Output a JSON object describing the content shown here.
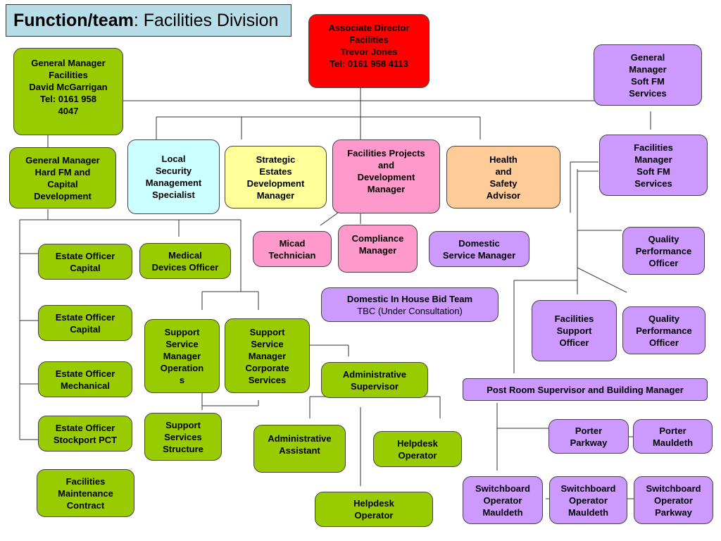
{
  "title": {
    "bold": "Function/team",
    "rest": ": Facilities Division"
  },
  "nodes": {
    "associate_director": "Associate Director\nFacilities\nTrevor Jones\nTel: 0161 958 4113",
    "gm_facilities": "General  Manager\nFacilities\nDavid McGarrigan\nTel: 0161 958\n4047",
    "gm_soft_fm": "General\nManager\nSoft FM\nServices",
    "gm_hard_fm": "General Manager\nHard FM and\nCapital\nDevelopment",
    "local_security": "Local\nSecurity\nManagement\nSpecialist",
    "strategic_estates": "Strategic\nEstates\nDevelopment\nManager",
    "facilities_projects": "Facilities Projects\nand\nDevelopment\nManager",
    "health_safety": "Health\nand\nSafety\nAdvisor",
    "facilities_manager_soft": "Facilities\nManager\nSoft FM\nServices",
    "micad": "Micad\nTechnician",
    "compliance": "Compliance\nManager",
    "domestic_service": "Domestic\nService Manager",
    "quality_1": "Quality\nPerformance\nOfficer",
    "estate_capital_1": "Estate Officer\nCapital",
    "medical_devices": "Medical\nDevices Officer",
    "bid_team_title": "Domestic In House Bid Team",
    "bid_team_note": "TBC (Under Consultation)",
    "facilities_support": "Facilities\nSupport\nOfficer",
    "quality_2": "Quality\nPerformance\nOfficer",
    "estate_capital_2": "Estate Officer\nCapital",
    "ssm_operations": "Support\nService\nManager\nOperation\ns",
    "ssm_corporate": "Support\nService\nManager\nCorporate\nServices",
    "estate_mechanical": "Estate Officer\nMechanical",
    "admin_supervisor": "Administrative\nSupervisor",
    "post_room": "Post  Room Supervisor and Building Manager",
    "estate_stockport": "Estate Officer\nStockport PCT",
    "support_structure": "Support\nServices\nStructure",
    "admin_assistant": "Administrative\nAssistant",
    "helpdesk_1": "Helpdesk\nOperator",
    "porter_parkway": "Porter\nParkway",
    "porter_mauldeth": "Porter\nMauldeth",
    "facilities_maintenance": "Facilities\nMaintenance\nContract",
    "helpdesk_2": "Helpdesk\nOperator",
    "switchboard_1": "Switchboard\nOperator\nMauldeth",
    "switchboard_2": "Switchboard\nOperator\nMauldeth",
    "switchboard_3": "Switchboard\nOperator\nParkway"
  }
}
